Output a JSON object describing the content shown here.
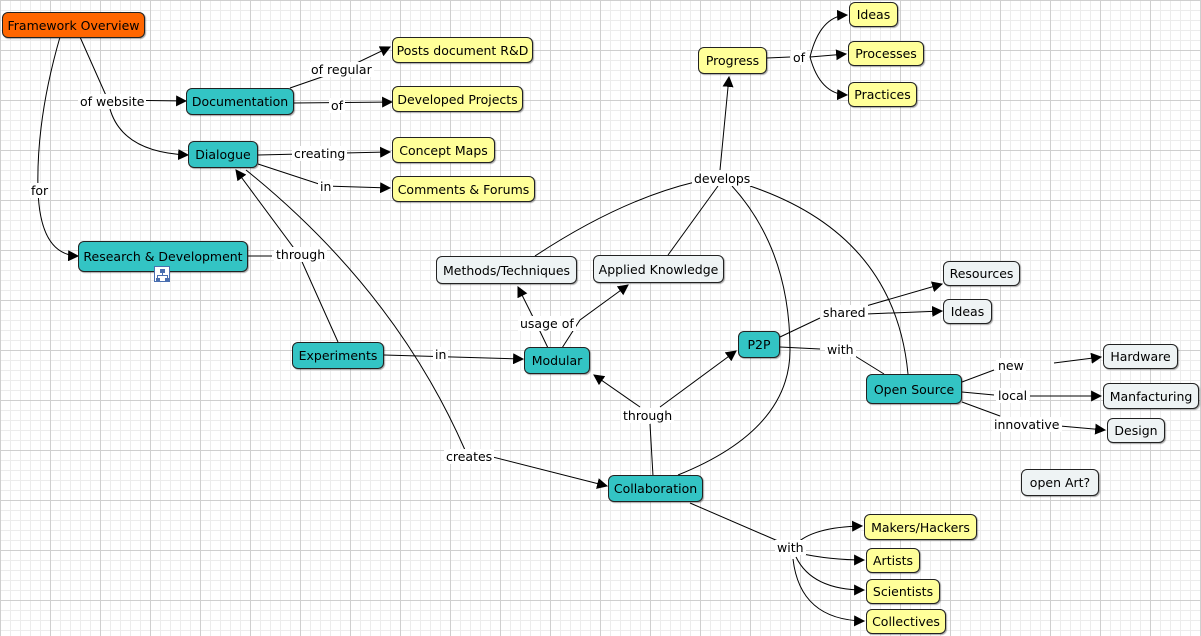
{
  "concepts": {
    "framework_overview": "Framework Overview",
    "documentation": "Documentation",
    "dialogue": "Dialogue",
    "research_development": "Research & Development",
    "experiments": "Experiments",
    "modular": "Modular",
    "methods_techniques": "Methods/Techniques",
    "applied_knowledge": "Applied Knowledge",
    "progress": "Progress",
    "ideas_1": "Ideas",
    "processes": "Processes",
    "practices": "Practices",
    "posts_document": "Posts document R&D",
    "developed_projects": "Developed Projects",
    "concept_maps": "Concept Maps",
    "comments_forums": "Comments & Forums",
    "p2p": "P2P",
    "resources": "Resources",
    "ideas_2": "Ideas",
    "open_source": "Open Source",
    "hardware": "Hardware",
    "manfacturing": "Manfacturing",
    "design": "Design",
    "open_art": "open Art?",
    "collaboration": "Collaboration",
    "makers_hackers": "Makers/Hackers",
    "artists": "Artists",
    "scientists": "Scientists",
    "collectives": "Collectives"
  },
  "link_labels": {
    "of_website": "of website",
    "for": "for",
    "of_regular": "of regular",
    "of_doc": "of",
    "creating": "creating",
    "in_dialogue": "in",
    "through_rd": "through",
    "in_exp": "in",
    "usage_of": "usage of",
    "develops": "develops",
    "of_progress": "of",
    "through_collab": "through",
    "shared": "shared",
    "with_p2p": "with",
    "new": "new",
    "local": "local",
    "innovative": "innovative",
    "creates": "creates",
    "with_collab": "with"
  },
  "colors": {
    "root": "#ff6600",
    "concept": "#33c4c4",
    "leaf": "#ffff99",
    "neutral": "#eef3f4"
  }
}
